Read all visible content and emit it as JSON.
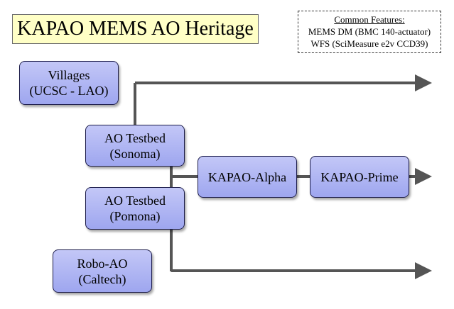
{
  "title": "KAPAO MEMS AO Heritage",
  "common_features": {
    "header": "Common Features:",
    "line1": "MEMS DM (BMC 140-actuator)",
    "line2": "WFS (SciMeasure e2v CCD39)"
  },
  "nodes": {
    "villages": {
      "line1": "Villages",
      "line2": "(UCSC - LAO)"
    },
    "sonoma": {
      "line1": "AO Testbed",
      "line2": "(Sonoma)"
    },
    "pomona": {
      "line1": "AO Testbed",
      "line2": "(Pomona)"
    },
    "robo_ao": {
      "line1": "Robo-AO",
      "line2": "(Caltech)"
    },
    "kapao_alpha": {
      "label": "KAPAO-Alpha"
    },
    "kapao_prime": {
      "label": "KAPAO-Prime"
    }
  },
  "colors": {
    "node_fill_top": "#c3c7f7",
    "node_fill_bottom": "#9ea6ef",
    "title_fill": "#ffffc6",
    "connector": "#555555"
  }
}
